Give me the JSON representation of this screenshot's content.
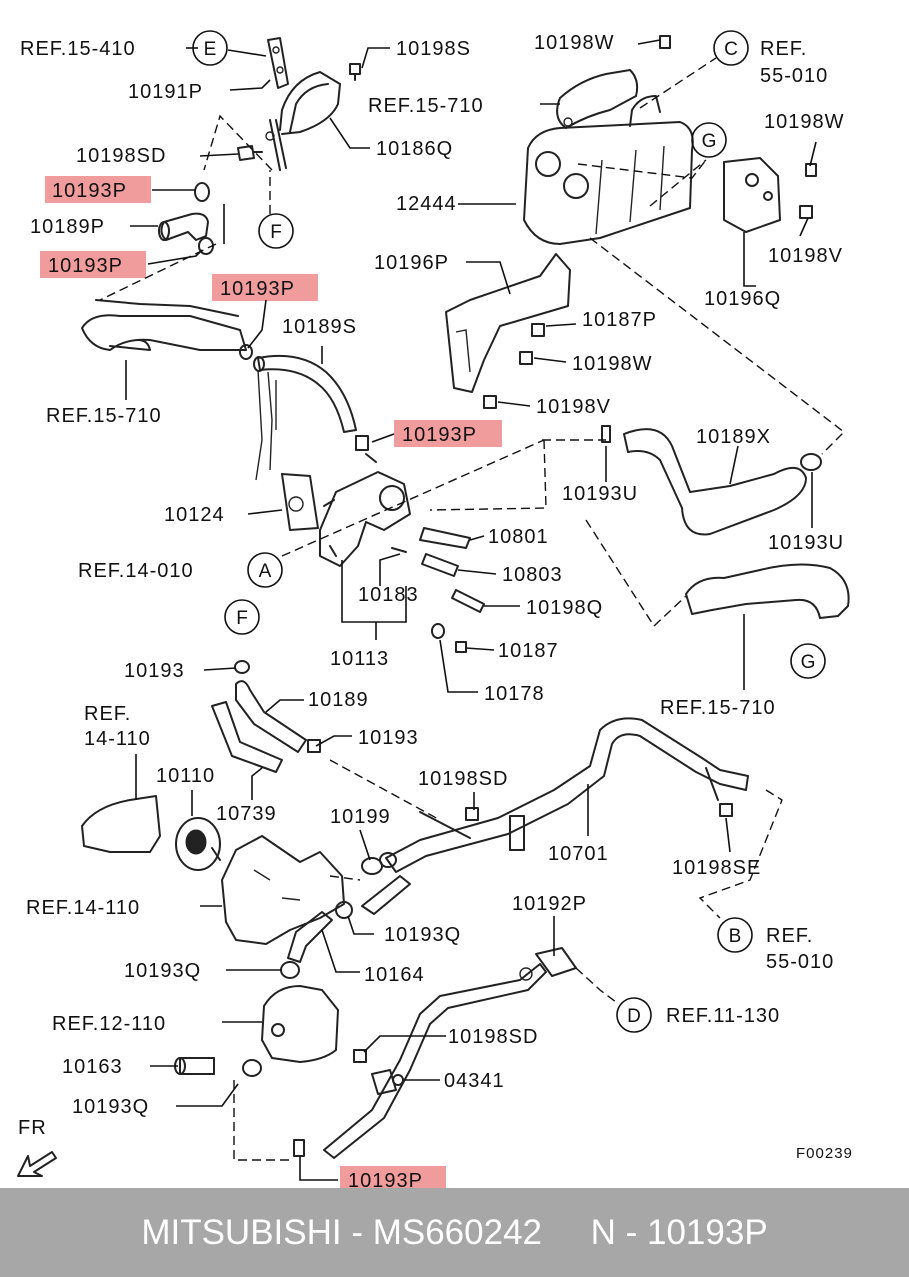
{
  "labels": {
    "ref_15_410": "REF.15-410",
    "p10191P": "10191P",
    "p10198S": "10198S",
    "p10198W_a": "10198W",
    "ref_55_010_a1": "REF.",
    "ref_55_010_a2": "55-010",
    "ref_15_710_a": "REF.15-710",
    "p10198SD_a": "10198SD",
    "p10186Q": "10186Q",
    "p10198W_b": "10198W",
    "p10193P_1": "10193P",
    "p12444": "12444",
    "p10189P": "10189P",
    "p10193P_2": "10193P",
    "p10196P": "10196P",
    "p10198V_a": "10198V",
    "p10193P_3": "10193P",
    "p10196Q": "10196Q",
    "p10187P": "10187P",
    "p10189S": "10189S",
    "p10198W_c": "10198W",
    "ref_15_710_b": "REF.15-710",
    "p10198V_b": "10198V",
    "p10193P_4": "10193P",
    "p10189X": "10189X",
    "p10193U_a": "10193U",
    "p10124": "10124",
    "p10801": "10801",
    "p10193U_b": "10193U",
    "ref_14_010": "REF.14-010",
    "p10803": "10803",
    "p10183": "10183",
    "p10198Q": "10198Q",
    "p10113": "10113",
    "p10187": "10187",
    "p10193_a": "10193",
    "p10178": "10178",
    "ref_15_710_c": "REF.15-710",
    "ref_14_110_a1": "REF.",
    "ref_14_110_a2": "14-110",
    "p10189": "10189",
    "p10193_b": "10193",
    "p10110": "10110",
    "p10198SD_b": "10198SD",
    "p10739": "10739",
    "p10199": "10199",
    "p10701": "10701",
    "p10198SE": "10198SE",
    "ref_14_110_b": "REF.14-110",
    "p10193Q_a": "10193Q",
    "p10192P": "10192P",
    "ref_55_010_b1": "REF.",
    "ref_55_010_b2": "55-010",
    "p10193Q_b": "10193Q",
    "p10164": "10164",
    "ref_11_130": "REF.11-130",
    "ref_12_110": "REF.12-110",
    "p10198SD_c": "10198SD",
    "p10163": "10163",
    "p04341": "04341",
    "p10193Q_c": "10193Q",
    "fr": "FR",
    "p10193P_5": "10193P",
    "figure_code": "F00239"
  },
  "circles": {
    "E": "E",
    "C": "C",
    "G_top": "G",
    "F_top": "F",
    "A": "A",
    "F_mid": "F",
    "G_mid": "G",
    "B": "B",
    "D": "D"
  },
  "footer": {
    "text": "MITSUBISHI - MS660242     N - 10193P"
  },
  "colors": {
    "highlight": "#f19c9c",
    "footer_bg": "#a7a7a7",
    "footer_text": "#ffffff"
  }
}
